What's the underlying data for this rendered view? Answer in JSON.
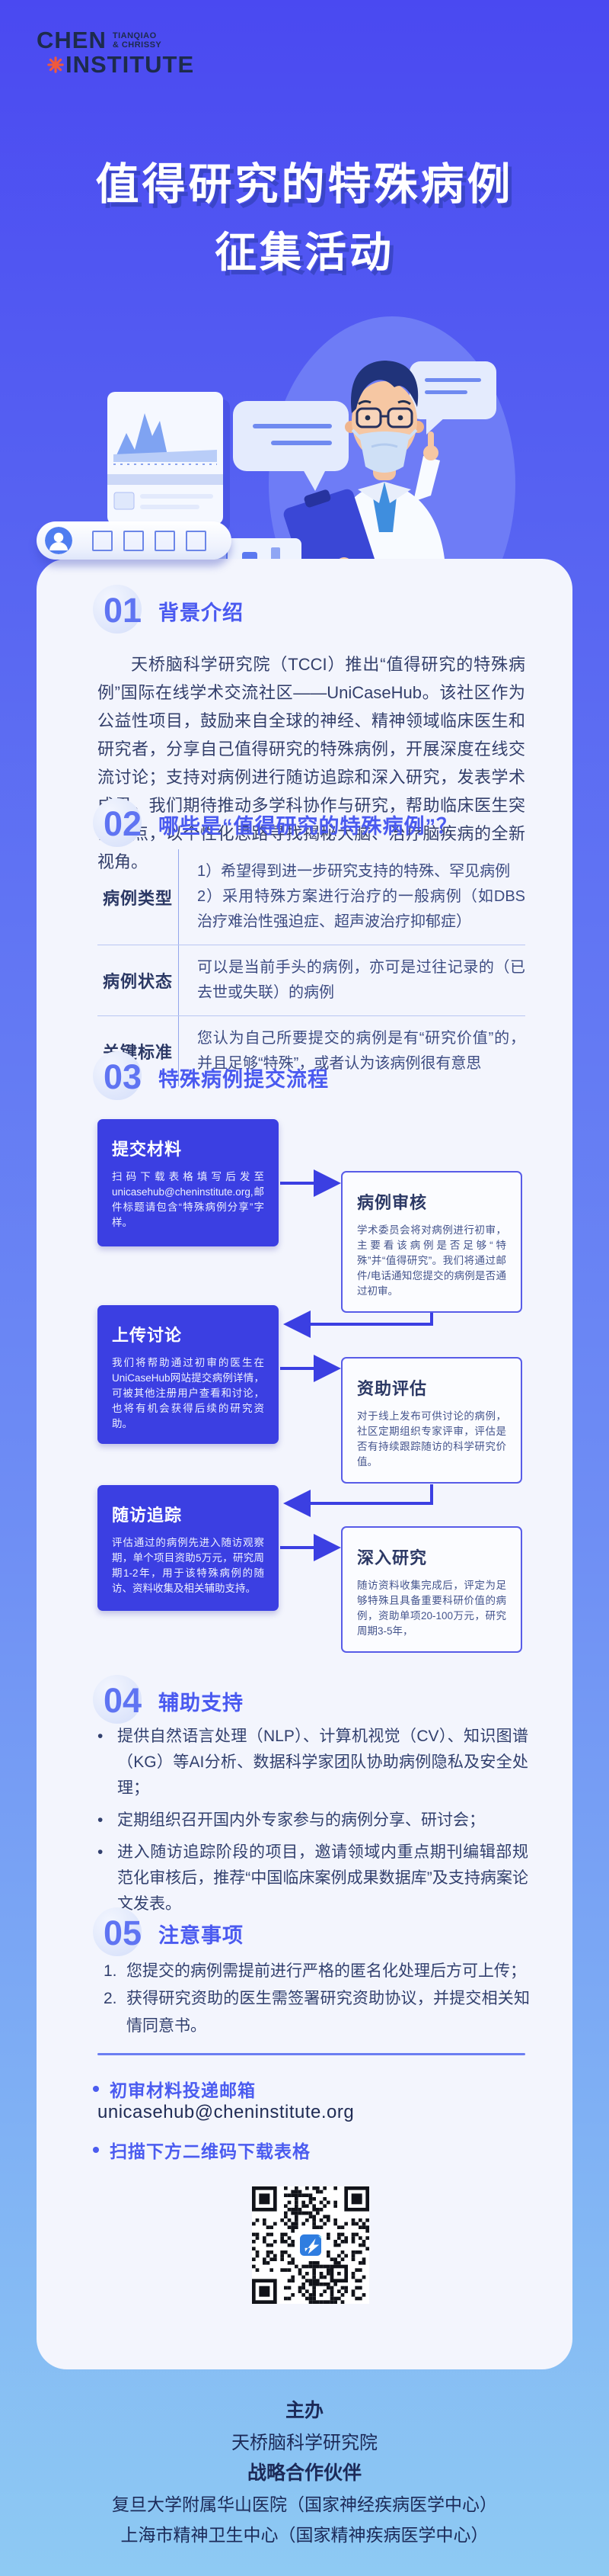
{
  "logo": {
    "word1": "CHEN",
    "word2": "INSTITUTE",
    "tag1": "TIANQIAO",
    "tag2": "& CHRISSY"
  },
  "title": {
    "line1": "值得研究的特殊病例",
    "line2": "征集活动"
  },
  "colors": {
    "bg_top": "#4a49f1",
    "bg_bottom": "#8ecaf3",
    "card": "#f3f5fd",
    "accent": "#4a5af0",
    "flow_fill": "#3b3fe2",
    "ink": "#1d2b4c",
    "body_text": "#333f6b",
    "orange": "#f0593c"
  },
  "sections": {
    "s1": {
      "num": "01",
      "title": "背景介绍",
      "paragraph": "天桥脑科学研究院（TCCI）推出“值得研究的特殊病例”国际在线学术交流社区——UniCaseHub。该社区作为公益性项目，鼓励来自全球的神经、精神领域临床医生和研究者，分享自己值得研究的特殊病例，开展深度在线交流讨论；支持对病例进行随访追踪和深入研究，发表学术成果。我们期待推动多学科协作与研究，帮助临床医生突破盲点，以个性化思路寻找揭秘大脑、治疗脑疾病的全新视角。"
    },
    "s2": {
      "num": "02",
      "title": "哪些是“值得研究的特殊病例”？",
      "table": {
        "rows": [
          {
            "label": "病例类型",
            "line1": "1）希望得到进一步研究支持的特殊、罕见病例",
            "line2": "2）采用特殊方案进行治疗的一般病例（如DBS治疗难治性强迫症、超声波治疗抑郁症）"
          },
          {
            "label": "病例状态",
            "line1": "可以是当前手头的病例，亦可是过往记录的（已去世或失联）的病例",
            "line2": ""
          },
          {
            "label": "关键标准",
            "line1": "您认为自己所要提交的病例是有“研究价值”的，并且足够“特殊”，或者认为该病例很有意思",
            "line2": ""
          }
        ]
      }
    },
    "s3": {
      "num": "03",
      "title": "特殊病例提交流程",
      "flow": [
        {
          "title": "提交材料",
          "body": "扫码下载表格填写后发至unicasehub@cheninstitute.org,邮件标题请包含“特殊病例分享”字样。"
        },
        {
          "title": "病例审核",
          "body": "学术委员会将对病例进行初审，主要看该病例是否足够“特殊”并“值得研究”。我们将通过邮件/电话通知您提交的病例是否通过初审。"
        },
        {
          "title": "上传讨论",
          "body": "我们将帮助通过初审的医生在UniCaseHub网站提交病例详情，可被其他注册用户查看和讨论，也将有机会获得后续的研究资助。"
        },
        {
          "title": "资助评估",
          "body": "对于线上发布可供讨论的病例，社区定期组织专家评审，评估是否有持续跟踪随访的科学研究价值。"
        },
        {
          "title": "随访追踪",
          "body": "评估通过的病例先进入随访观察期，单个项目资助5万元，研究周期1-2年，用于该特殊病例的随访、资料收集及相关辅助支持。"
        },
        {
          "title": "深入研究",
          "body": "随访资料收集完成后，评定为足够特殊且具备重要科研价值的病例，资助单项20-100万元，研究周期3-5年，"
        }
      ]
    },
    "s4": {
      "num": "04",
      "title": "辅助支持",
      "bullets": [
        "提供自然语言处理（NLP）、计算机视觉（CV）、知识图谱（KG）等AI分析、数据科学家团队协助病例隐私及安全处理；",
        "定期组织召开国内外专家参与的病例分享、研讨会；",
        "进入随访追踪阶段的项目，邀请领域内重点期刊编辑部规范化审核后，推荐“中国临床案例成果数据库”及支持病案论文发表。"
      ]
    },
    "s5": {
      "num": "05",
      "title": "注意事项",
      "items": [
        {
          "no": "1.",
          "text": "您提交的病例需提前进行严格的匿名化处理后方可上传；"
        },
        {
          "no": "2.",
          "text": "获得研究资助的医生需签署研究资助协议，并提交相关知情同意书。"
        }
      ]
    }
  },
  "contact": {
    "email_label": "初审材料投递邮箱",
    "email": "unicasehub@cheninstitute.org",
    "qr_label": "扫描下方二维码下载表格"
  },
  "footer": {
    "host_label": "主办",
    "host_name": "天桥脑科学研究院",
    "partner_label": "战略合作伙伴",
    "partner1": "复旦大学附属华山医院（国家神经疾病医学中心）",
    "partner2": "上海市精神卫生中心（国家精神疾病医学中心）"
  }
}
